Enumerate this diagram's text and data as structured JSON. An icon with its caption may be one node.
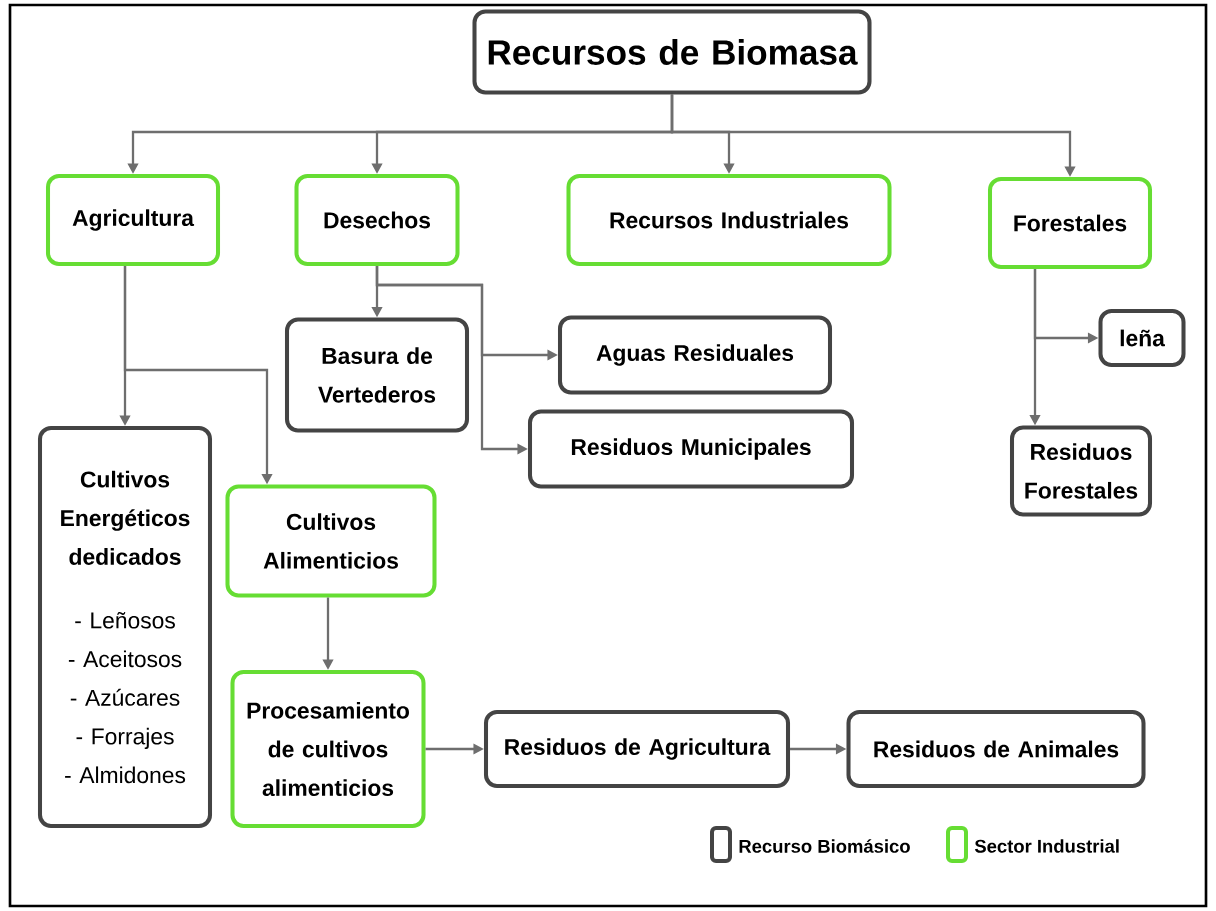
{
  "diagram": {
    "nodes": [
      {
        "text": [
          "Recursos de Biomasa"
        ]
      },
      {
        "text": [
          "Agricultura"
        ]
      },
      {
        "text": [
          "Desechos"
        ]
      },
      {
        "text": [
          "Recursos Industriales"
        ]
      },
      {
        "text": [
          "Forestales"
        ]
      },
      {
        "text": [
          "Basura de Vertederos"
        ]
      },
      {
        "text": [
          "Aguas Residuales"
        ]
      },
      {
        "text": [
          "Residuos Municipales"
        ]
      },
      {
        "text": [
          "leña"
        ]
      },
      {
        "text": [
          "Cultivos Energéticos dedicados",
          "- Leñosos",
          "- Aceitosos",
          "- Azúcares",
          "- Forrajes",
          "- Almidones"
        ]
      },
      {
        "text": [
          "Cultivos Alimenticios"
        ]
      },
      {
        "text": [
          "Residuos Forestales"
        ]
      },
      {
        "text": [
          "Procesamiento de cultivos alimenticios"
        ]
      },
      {
        "text": [
          "Residuos de Agricultura"
        ]
      },
      {
        "text": [
          "Residuos de Animales"
        ]
      }
    ],
    "edges": [
      {
        "from": 0,
        "to": 1,
        "arrow": "to"
      },
      {
        "from": 0,
        "to": 2,
        "arrow": "to"
      },
      {
        "from": 0,
        "to": 3,
        "arrow": "to"
      },
      {
        "from": 0,
        "to": 4,
        "arrow": "to"
      },
      {
        "from": 1,
        "to": 9,
        "arrow": "to"
      },
      {
        "from": 1,
        "to": 10,
        "arrow": "to"
      },
      {
        "from": 2,
        "to": 5,
        "arrow": "to"
      },
      {
        "from": 2,
        "to": 6,
        "arrow": "to"
      },
      {
        "from": 2,
        "to": 7,
        "arrow": "to"
      },
      {
        "from": 4,
        "to": 8,
        "arrow": "to"
      },
      {
        "from": 4,
        "to": 11,
        "arrow": "to"
      },
      {
        "from": 10,
        "to": 12,
        "arrow": "to"
      },
      {
        "from": 12,
        "to": 13,
        "arrow": "to"
      },
      {
        "from": 13,
        "to": 14,
        "arrow": "to"
      }
    ],
    "legend": [
      {
        "text": "Recurso Biomásico",
        "color": "#444444"
      },
      {
        "text": "Sector Industrial",
        "color": "#66dd33"
      }
    ]
  }
}
